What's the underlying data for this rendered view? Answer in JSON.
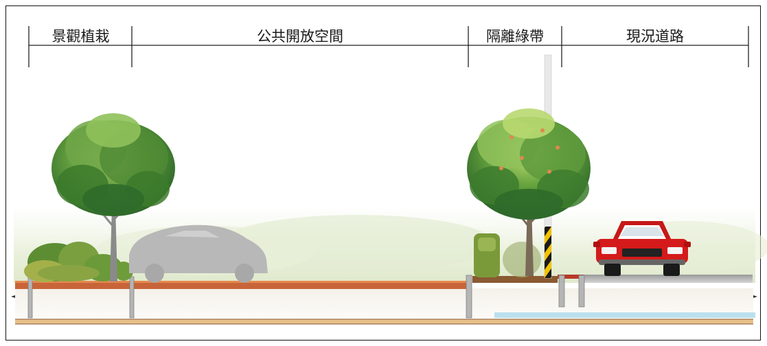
{
  "zones": [
    {
      "label": "景觀植栽"
    },
    {
      "label": "公共開放空間"
    },
    {
      "label": "隔離綠帶"
    },
    {
      "label": "現況道路"
    }
  ],
  "colors": {
    "frame": "#111111",
    "paving": "#c8643a",
    "soil": "#e8c08a",
    "tree_foliage": "#5a9a3a",
    "car_red": "#d41a1a",
    "car_silhouette": "#b5b5b5",
    "pole": "#e8e8e8",
    "hazard_black": "#1a1a1a",
    "hazard_yellow": "#f2c200",
    "water": "#9fd4ea"
  },
  "icons": [
    "tree-icon",
    "car-silhouette-icon",
    "red-car-icon",
    "utility-pole-icon",
    "shrub-icon"
  ]
}
